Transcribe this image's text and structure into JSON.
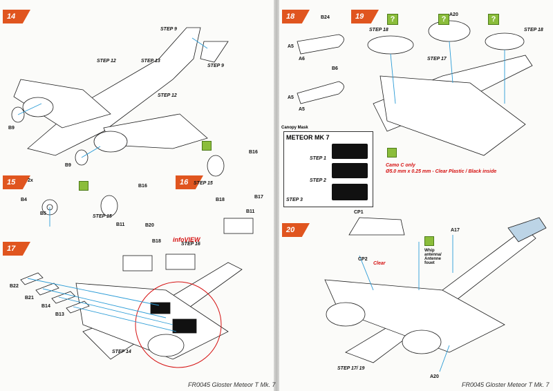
{
  "left_page": {
    "steps": {
      "s14": "14",
      "s15": "15",
      "s16": "16",
      "s17": "17"
    },
    "labels": {
      "step9a": "STEP 9",
      "step9b": "STEP 9",
      "step12a": "STEP 12",
      "step12b": "STEP 12",
      "step13": "STEP 13",
      "b9a": "B9",
      "b9b": "B9",
      "qty": "2x",
      "b4": "B4",
      "b5": "B5",
      "b16a": "B16",
      "b16b": "B16",
      "b11a": "B11",
      "b11b": "B11",
      "step15a": "STEP 15",
      "step15b": "STEP 15",
      "b20": "B20",
      "b18a": "B18",
      "b18b": "B18",
      "b17": "B17",
      "b22": "B22",
      "b21": "B21",
      "b14": "B14",
      "b13": "B13",
      "step14": "STEP 14",
      "step16": "STEP 16",
      "infoview": "infoVIEW"
    },
    "footer": "FR0045 Gloster Meteor T Mk. 7"
  },
  "right_page": {
    "steps": {
      "s18": "18",
      "s19": "19",
      "s20": "20"
    },
    "labels": {
      "b24": "B24",
      "a5a": "A5",
      "a6": "A6",
      "b6": "B6",
      "a5b": "A5",
      "a5c": "A5",
      "step18a": "STEP 18",
      "step18b": "STEP 18",
      "step17": "STEP 17",
      "a20a": "A20",
      "camo": "Camo C only",
      "clear_spec": "Ø5.0 mm x 0.25 mm - Clear Plastic / Black inside",
      "cp1": "CP1",
      "cp2": "CP2",
      "clear": "Clear",
      "a17": "A17",
      "whip": "Whip antenna/ Antenne fouet",
      "step1719": "STEP 17/ 19",
      "a20b": "A20"
    },
    "mask": {
      "title": "Canopy Mask",
      "heading": "METEOR MK 7",
      "step1": "STEP 1",
      "step2": "STEP 2",
      "step3": "STEP 3"
    },
    "footer": "FR0045 Gloster Meteor T Mk. 7"
  },
  "colors": {
    "flag": "#e0551f",
    "guide": "#2a9bd6",
    "callout": "#d51010",
    "tip": "#8bbd3b"
  }
}
